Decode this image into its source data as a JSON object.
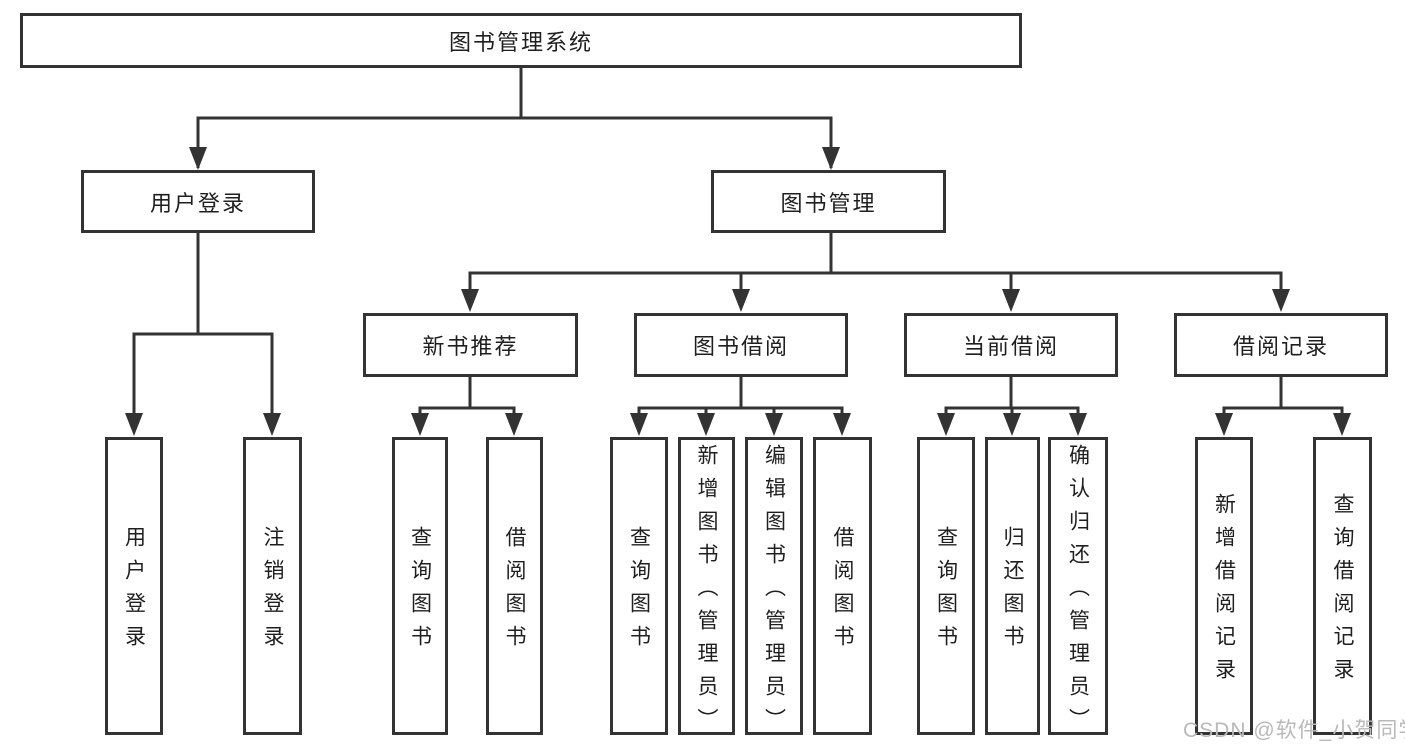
{
  "diagram": {
    "root": {
      "label": "图书管理系统"
    },
    "branches": [
      {
        "label": "用户登录",
        "children": [
          {
            "label": "用户登录"
          },
          {
            "label": "注销登录"
          }
        ]
      },
      {
        "label": "图书管理",
        "children": [
          {
            "label": "新书推荐",
            "children": [
              {
                "label": "查询图书"
              },
              {
                "label": "借阅图书"
              }
            ]
          },
          {
            "label": "图书借阅",
            "children": [
              {
                "label": "查询图书"
              },
              {
                "label": "新增图书（管理员）"
              },
              {
                "label": "编辑图书（管理员）"
              },
              {
                "label": "借阅图书"
              }
            ]
          },
          {
            "label": "当前借阅",
            "children": [
              {
                "label": "查询图书"
              },
              {
                "label": "归还图书"
              },
              {
                "label": "确认归还（管理员）"
              }
            ]
          },
          {
            "label": "借阅记录",
            "children": [
              {
                "label": "新增借阅记录"
              },
              {
                "label": "查询借阅记录"
              }
            ]
          }
        ]
      }
    ]
  },
  "watermark": {
    "text": "CSDN @软件_小贺同学"
  },
  "colors": {
    "line": "#333333",
    "box_border": "#333333",
    "text": "#1f1f1f",
    "background": "#ffffff",
    "watermark_text": "#b9b9b9"
  }
}
